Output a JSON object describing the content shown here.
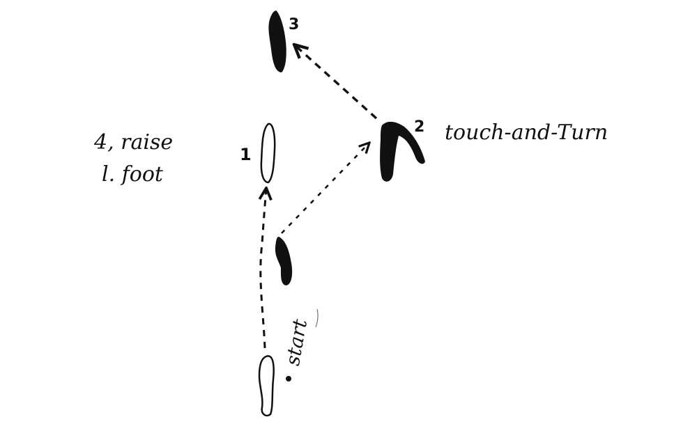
{
  "labels": {
    "step1": "1",
    "step2": "2",
    "step3": "3",
    "touch_and_turn": "touch-and-Turn",
    "raise_line1": "4, raise",
    "raise_line2": "l. foot",
    "start": "start"
  },
  "colors": {
    "ink": "#111111",
    "paper": "#ffffff"
  }
}
